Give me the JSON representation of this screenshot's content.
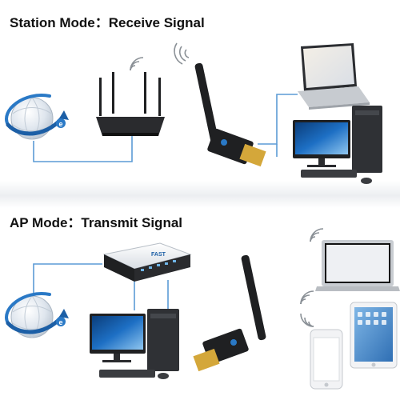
{
  "station_mode": {
    "title": "Station Mode：Receive Signal",
    "devices": [
      "internet-globe-icon",
      "wifi-router-icon",
      "usb-wifi-adapter-icon",
      "laptop-icon",
      "desktop-computer-icon"
    ]
  },
  "ap_mode": {
    "title": "AP Mode：Transmit Signal",
    "switch_label": "FAST",
    "devices": [
      "internet-globe-icon",
      "network-switch-icon",
      "desktop-computer-icon",
      "usb-wifi-adapter-icon",
      "laptop-icon",
      "tablet-icon",
      "smartphone-icon"
    ]
  },
  "colors": {
    "connector": "#5b9bd5",
    "device_dark": "#1f2022",
    "screen_blue": "#1d6fc4",
    "wifi_waves": "#8a9096"
  }
}
